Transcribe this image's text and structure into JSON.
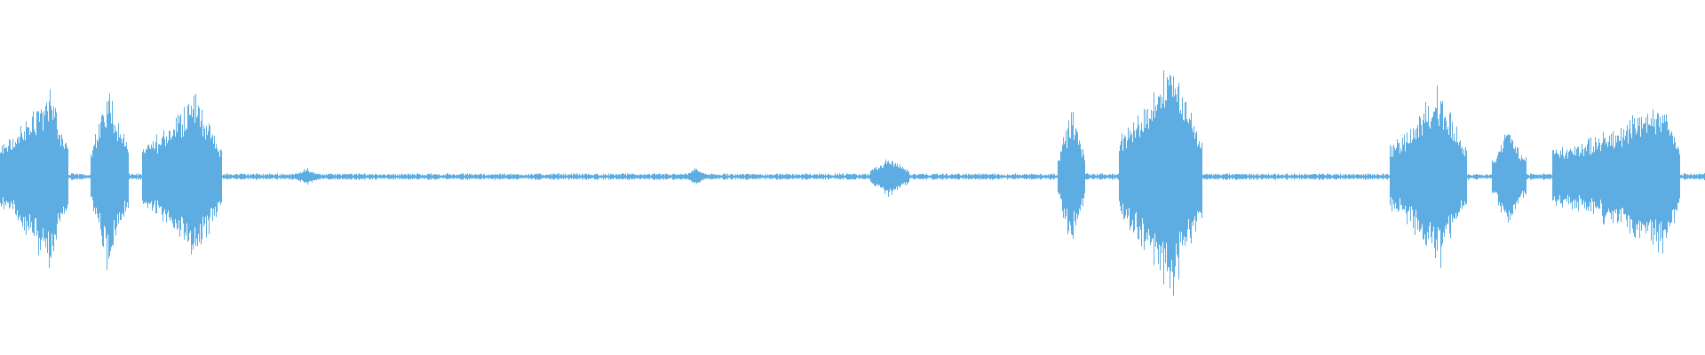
{
  "waveform": {
    "color": "#5dade2",
    "background": "#ffffff",
    "segments": [
      {
        "start": 0.0,
        "end": 0.04,
        "peak": 0.5,
        "lean": 0.7
      },
      {
        "start": 0.053,
        "end": 0.075,
        "peak": 0.51,
        "lean": 0.45
      },
      {
        "start": 0.083,
        "end": 0.13,
        "peak": 0.48,
        "lean": 0.65
      },
      {
        "start": 0.173,
        "end": 0.186,
        "peak": 0.05,
        "lean": 0.5
      },
      {
        "start": 0.403,
        "end": 0.413,
        "peak": 0.05,
        "lean": 0.5
      },
      {
        "start": 0.51,
        "end": 0.533,
        "peak": 0.11,
        "lean": 0.45
      },
      {
        "start": 0.62,
        "end": 0.636,
        "peak": 0.39,
        "lean": 0.5
      },
      {
        "start": 0.656,
        "end": 0.705,
        "peak": 0.68,
        "lean": 0.62
      },
      {
        "start": 0.815,
        "end": 0.86,
        "peak": 0.5,
        "lean": 0.62
      },
      {
        "start": 0.875,
        "end": 0.895,
        "peak": 0.29,
        "lean": 0.45
      },
      {
        "start": 0.91,
        "end": 0.985,
        "peak": 0.43,
        "lean": 0.88
      }
    ],
    "baseline_noise": 0.012
  }
}
